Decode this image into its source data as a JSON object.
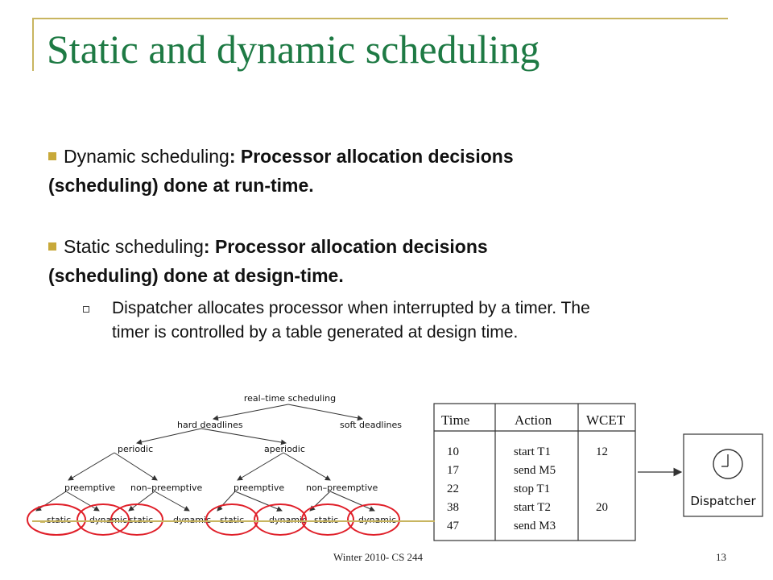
{
  "slide": {
    "title": "Static and dynamic scheduling",
    "footer": "Winter 2010- CS 244",
    "page_number": "13"
  },
  "bullets": [
    {
      "term": "Dynamic scheduling",
      "rest_line1": ": Processor allocation decisions",
      "line2": "(scheduling) done at run-time."
    },
    {
      "term": "Static scheduling",
      "rest_line1": ": Processor allocation decisions",
      "line2": "(scheduling) done at design-time."
    }
  ],
  "sub_bullet": {
    "line1": "Dispatcher allocates processor when interrupted by a timer. The",
    "line2": "timer is controlled by a table generated at design time."
  },
  "tree": {
    "root": "real–time scheduling",
    "hard": "hard deadlines",
    "soft": "soft deadlines",
    "periodic": "periodic",
    "aperiodic": "aperiodic",
    "preemptive": "preemptive",
    "non_preemptive": "non–preemptive",
    "static": "static",
    "dynamic": "dynamic"
  },
  "table": {
    "headers": [
      "Time",
      "Action",
      "WCET"
    ],
    "rows": [
      [
        "10",
        "start T1",
        "12"
      ],
      [
        "17",
        "send M5",
        ""
      ],
      [
        "22",
        "stop T1",
        ""
      ],
      [
        "38",
        "start T2",
        "20"
      ],
      [
        "47",
        "send M3",
        ""
      ]
    ]
  },
  "dispatcher": {
    "label": "Dispatcher"
  },
  "colors": {
    "title": "#1e7a44",
    "accent": "#c8b560",
    "circle": "#e0202a"
  }
}
